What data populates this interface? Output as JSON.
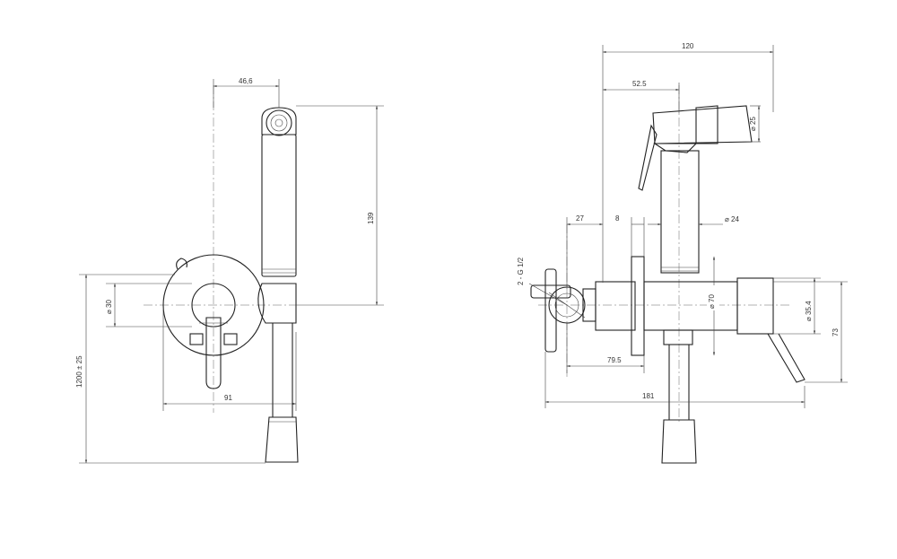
{
  "drawing": {
    "front_view": {
      "dim_width_top": "46,6",
      "dim_height_head": "139",
      "dim_diameter": "30",
      "dim_width_plate": "91",
      "dim_total_height": "1200 ± 25"
    },
    "side_view": {
      "dim_total_top": "120",
      "dim_head_offset": "52.5",
      "dim_head_diameter": "25",
      "dim_wall_offset": "27",
      "dim_flange": "8",
      "dim_handle_diameter": "24",
      "dim_thread": "2 - G 1/2",
      "dim_body_diameter": "70",
      "dim_lever_diameter": "35.4",
      "dim_lever_height": "73",
      "dim_depth": "79.5",
      "dim_total_depth": "181"
    }
  },
  "colors": {
    "line": "#222222",
    "dimension": "#444444",
    "background": "#ffffff"
  }
}
